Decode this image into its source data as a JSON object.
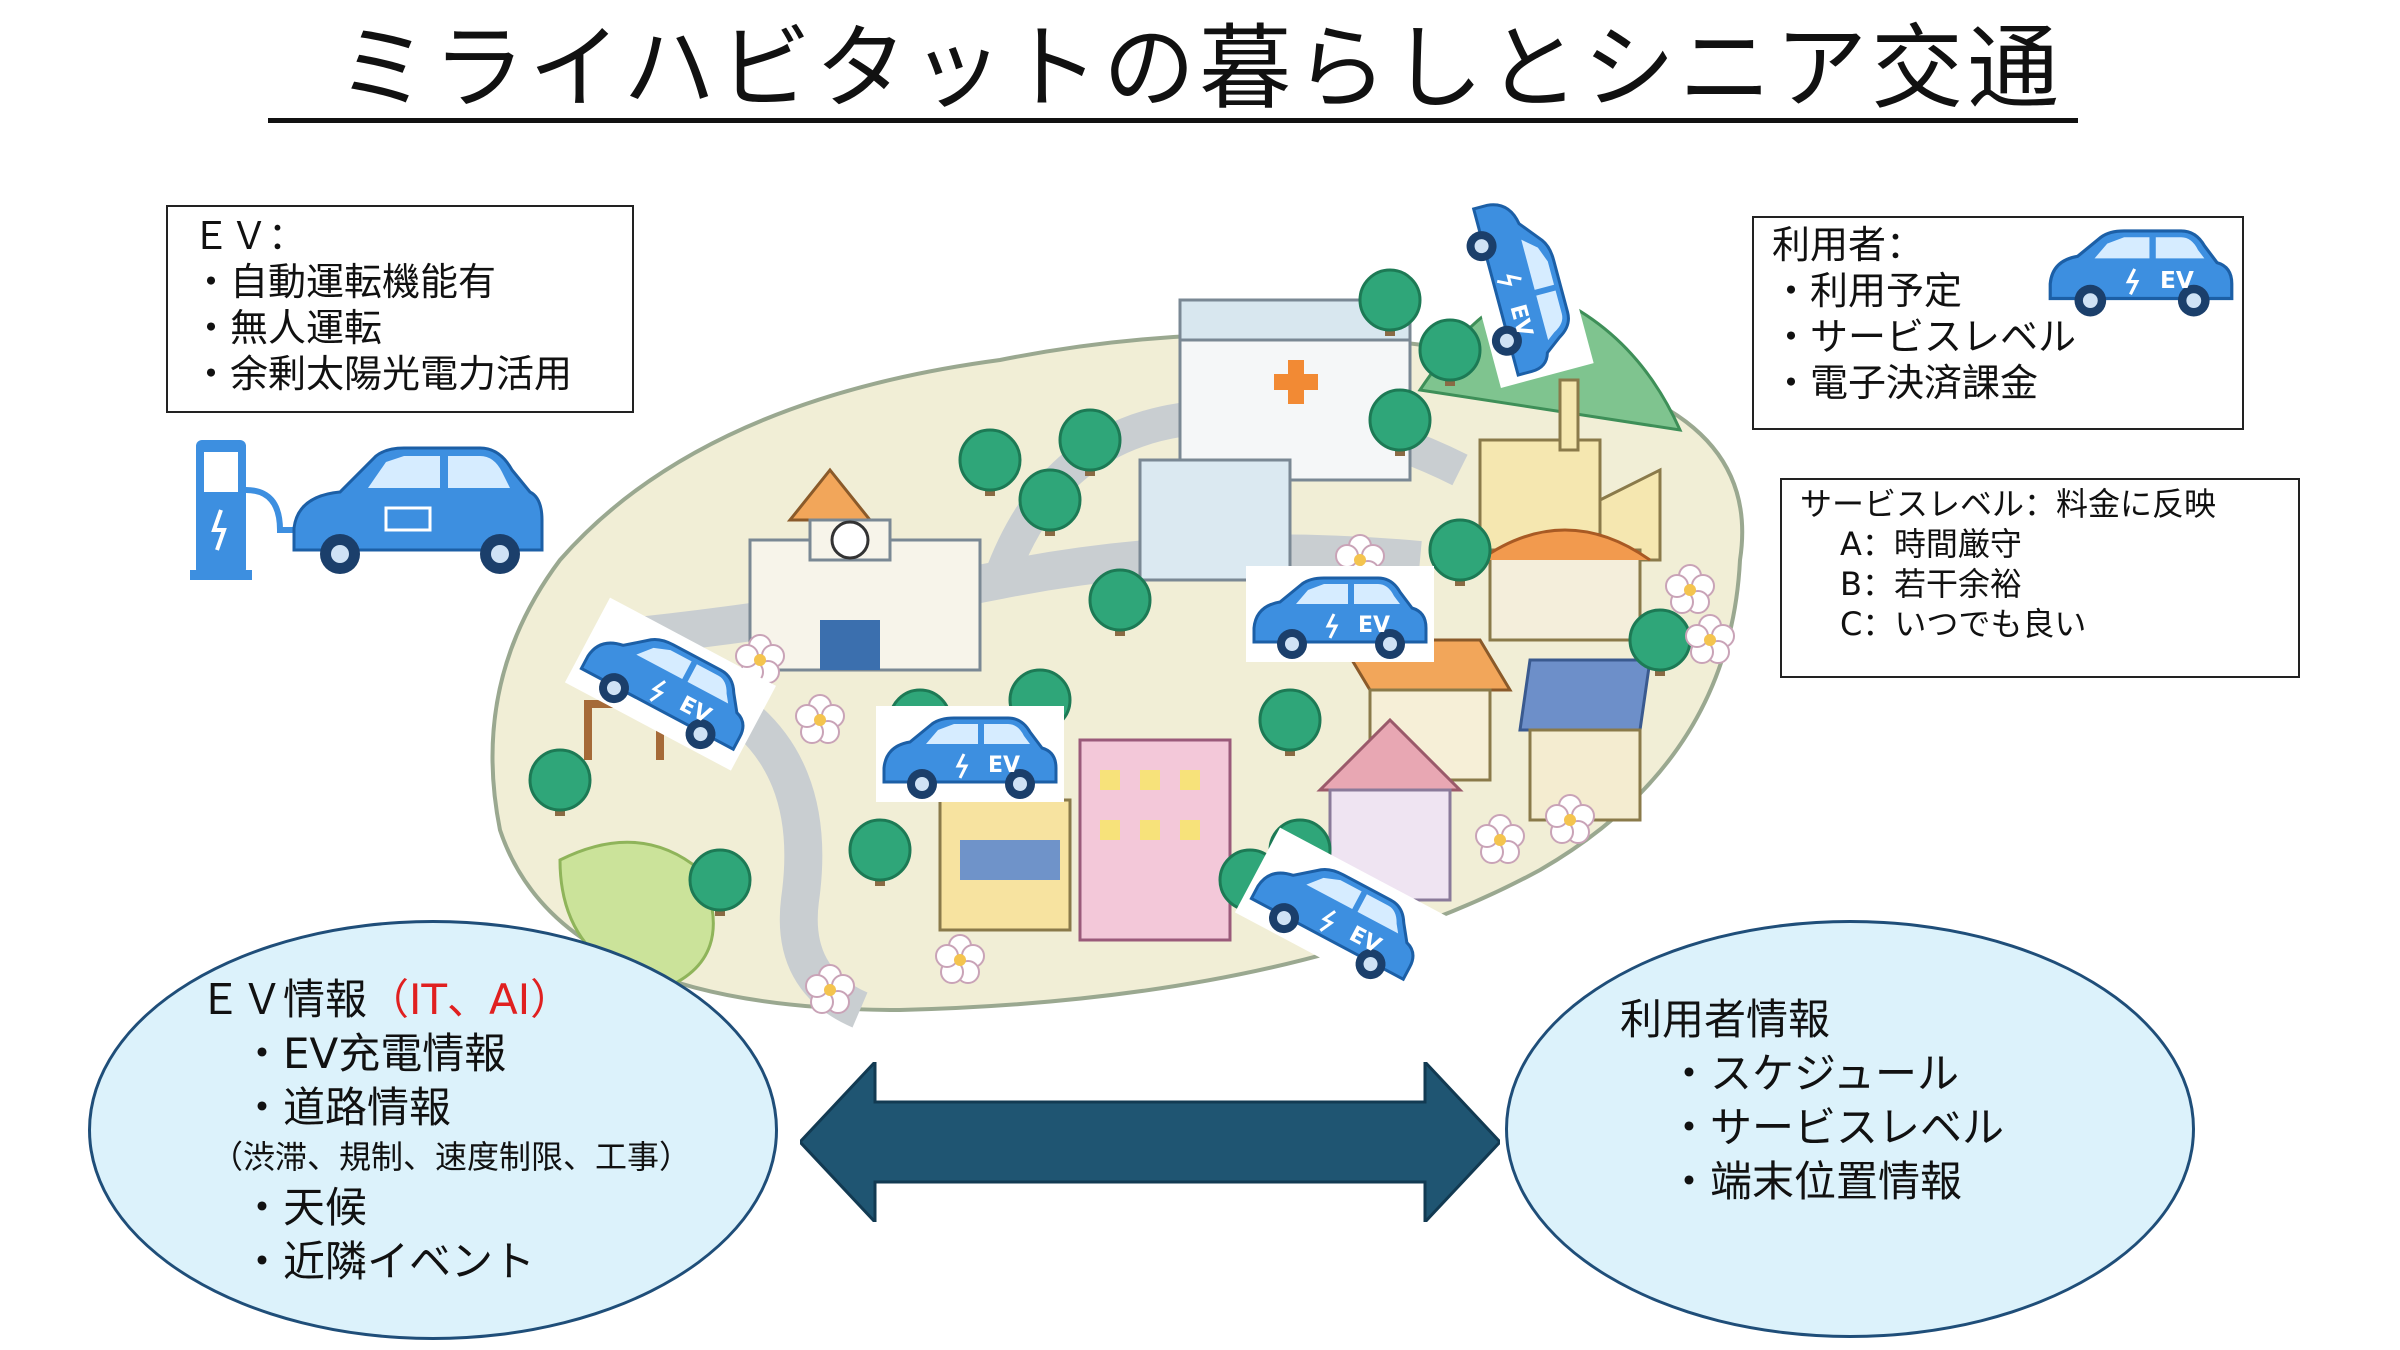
{
  "title": "ミライハビタットの暮らしとシニア交通",
  "ev_box": {
    "heading": "ＥＶ：",
    "items": [
      "・自動運転機能有",
      "・無人運転",
      "・余剰太陽光電力活用"
    ]
  },
  "user_box": {
    "heading": "利用者：",
    "items": [
      "・利用予定",
      "・サービスレベル",
      "・電子決済課金"
    ]
  },
  "service_level_box": {
    "heading": "サービスレベル：料金に反映",
    "levels": [
      "A：時間厳守",
      "B：若干余裕",
      "C：いつでも良い"
    ]
  },
  "ev_info": {
    "heading": "ＥＶ情報",
    "heading_highlight": "（IT、AI）",
    "items": [
      "・EV充電情報",
      "・道路情報"
    ],
    "road_detail": "（渋滞、規制、速度制限、工事）",
    "items2": [
      "・天候",
      "・近隣イベント"
    ]
  },
  "user_info": {
    "heading": "利用者情報",
    "items": [
      "・スケジュール",
      "・サービスレベル",
      "・端末位置情報"
    ]
  },
  "car_label": "EV",
  "colors": {
    "ellipse_fill": "#dcf2fb",
    "ellipse_border": "#1f4e79",
    "arrow": "#1f5572",
    "ev_blue": "#3d8fe0",
    "highlight_red": "#e02020"
  }
}
